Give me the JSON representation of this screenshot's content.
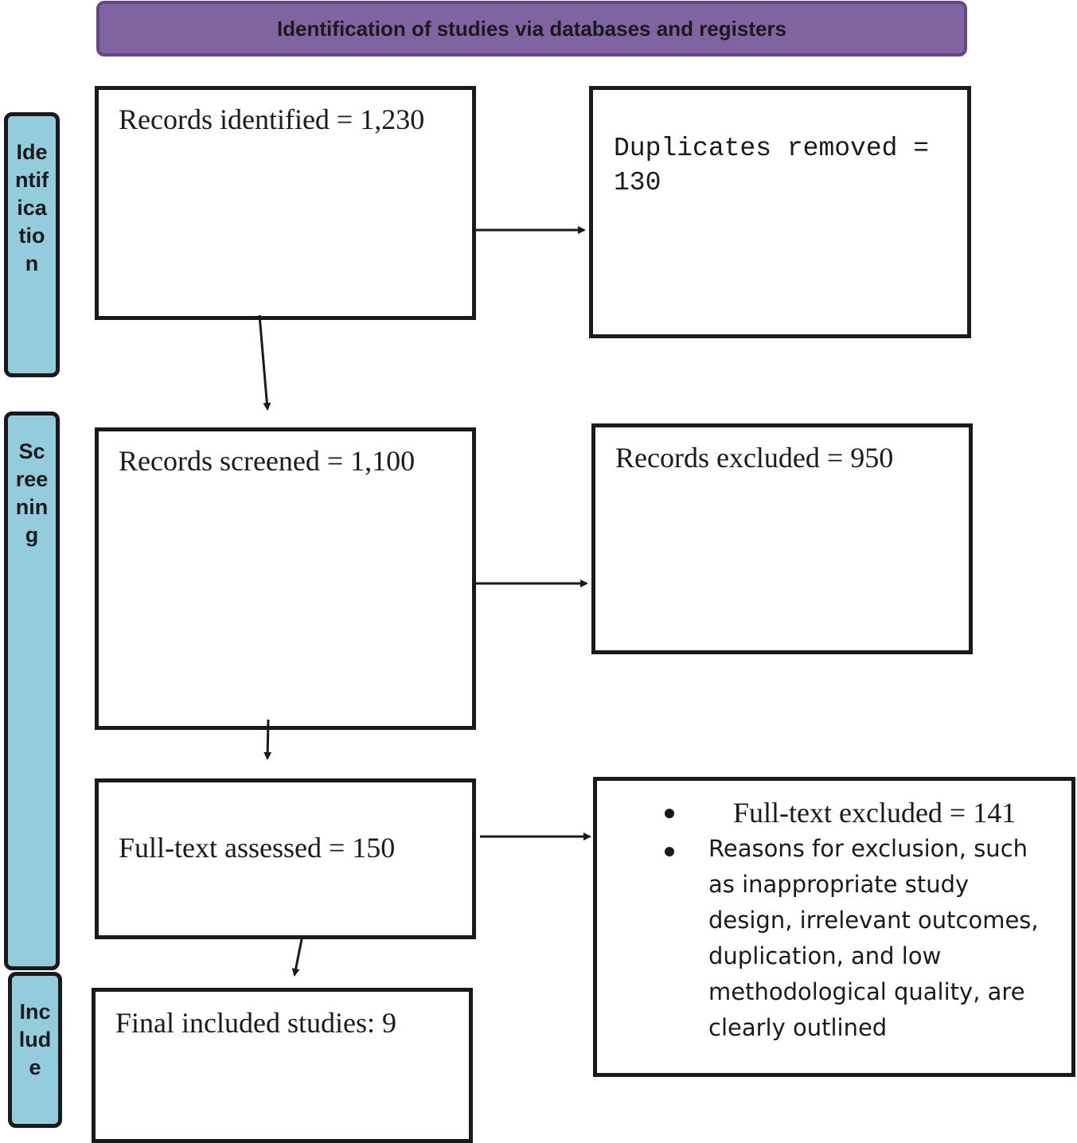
{
  "header": {
    "title": "Identification of studies via databases and registers"
  },
  "stages": {
    "identification": "Identification",
    "screening": "Screening",
    "included": "Include"
  },
  "boxes": {
    "records_identified": "Records identified = 1,230",
    "duplicates_removed": "Duplicates removed = 130",
    "records_screened": "Records screened = 1,100",
    "records_excluded": "Records excluded = 950",
    "fulltext_assessed": "Full-text assessed = 150",
    "fulltext_excluded": "Full-text excluded = 141",
    "exclusion_reasons": "Reasons for exclusion, such as inappropriate study design, irrelevant outcomes, duplication, and low methodological quality, are clearly outlined",
    "final_included": "Final included studies: 9"
  },
  "colors": {
    "header_fill": "#8064a2",
    "stage_fill": "#93cddd",
    "border": "#1a1a1a"
  }
}
